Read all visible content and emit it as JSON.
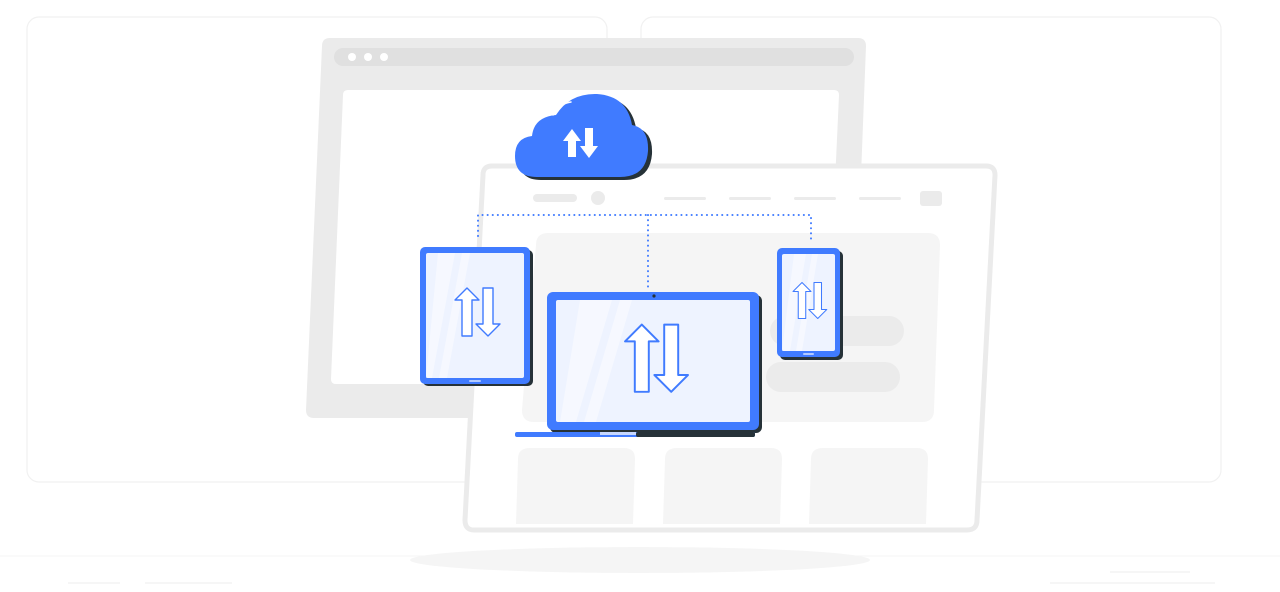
{
  "colors": {
    "background": "#ffffff",
    "panel_border": "#f1f1f1",
    "window_fill": "#ebebeb",
    "window_inner": "#ffffff",
    "placeholder": "#f5f5f5",
    "placeholder_dark": "#e0e0e0",
    "accent": "#407bff",
    "device_outline": "#263238",
    "screen_fill": "#eef3ff",
    "shadow": "#f5f5f5"
  },
  "icons": {
    "cloud": "cloud-sync-icon",
    "arrows": "up-down-arrows-icon",
    "window_dots": "window-dots-icon"
  },
  "devices": [
    "tablet",
    "laptop",
    "phone"
  ]
}
